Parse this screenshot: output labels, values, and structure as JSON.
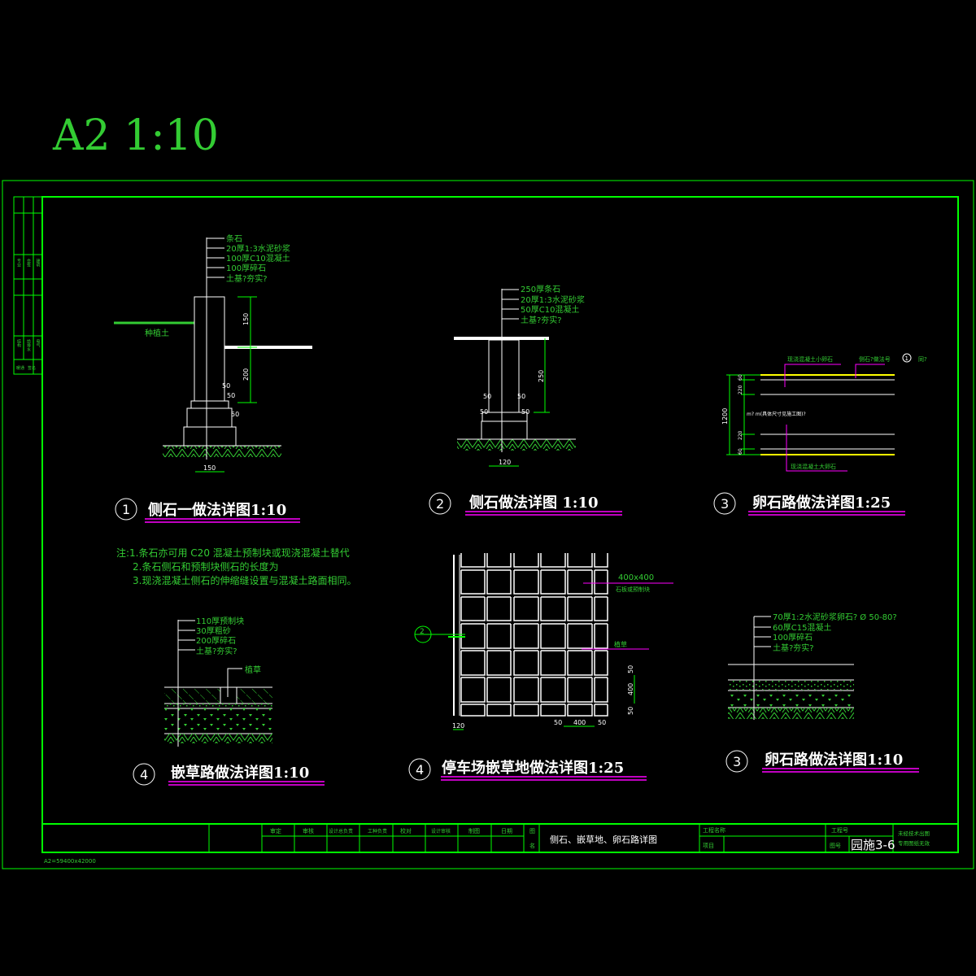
{
  "sheet": {
    "scale_heading": "A2   1:10",
    "paper_size_note": "A2=59400x42000"
  },
  "colors": {
    "background": "#000000",
    "frame": "#00ff00",
    "text": "#33cc33",
    "title_underline": "#ff00ff",
    "pebble_edge": "#ffff00"
  },
  "detail1": {
    "title_num": "1",
    "title": "侧石一做法详图1:10",
    "layers": [
      "条石",
      "20厚1:3水泥砂浆",
      "100厚C10混凝土",
      "100厚碎石",
      "土基?夯实?"
    ],
    "soil_label": "种植土",
    "dims": {
      "upper": "150",
      "lower": "200",
      "step1": "50",
      "step2": "50",
      "step3": "50",
      "width": "150"
    }
  },
  "detail2": {
    "title_num": "2",
    "title": "侧石做法详图   1:10",
    "layers": [
      "250厚条石",
      "20厚1:3水泥砂浆",
      "50厚C10混凝土",
      "土基?夯实?"
    ],
    "dims": {
      "height": "250",
      "l1": "50",
      "r1": "50",
      "l2": "50",
      "r2": "50",
      "width": "120"
    }
  },
  "detail3": {
    "title_num": "3",
    "title": "卵石路做法详图1:25",
    "label_top": "现浇混凝土小卵石",
    "label_edge": "侧石?做法号",
    "ref_num": "1",
    "ref_suffix": "同?",
    "label_bottom": "现浇混凝土大卵石",
    "middle_note": "m? m(具体尺寸见施工图)?",
    "dims": {
      "total": "1200",
      "a": "60",
      "b": "220",
      "c": "220",
      "d": "60"
    }
  },
  "notes": {
    "lines": [
      "注:1.条石亦可用 C20  混凝土预制块或现浇混凝土替代",
      "2.条石侧石和预制块侧石的长度为",
      "3.现浇混凝土侧石的伸缩缝设置与混凝土路面相同。"
    ]
  },
  "detail4": {
    "title_num": "4",
    "title": "嵌草路做法详图1:10",
    "layers": [
      "110厚预制块",
      "30厚粗砂",
      "200厚碎石",
      "土基?夯实?"
    ],
    "grass_label": "植草"
  },
  "detail5": {
    "title_num": "4",
    "title": "停车场嵌草地做法详图1:25",
    "block_size": "400x400",
    "block_label": "石板或预制块",
    "grass_label": "植草",
    "section_ref": "2",
    "dims": {
      "edge": "120",
      "gap_l": "50",
      "block": "400",
      "gap_r": "50",
      "v_top": "50",
      "v_block": "400",
      "v_bot": "50"
    }
  },
  "detail6": {
    "title_num": "3",
    "title": "卵石路做法详图1:10",
    "layers": [
      "70厚1:2水泥砂浆卵石? Ø 50-80?",
      "60厚C15混凝土",
      "100厚碎石",
      "土基?夯实?"
    ]
  },
  "left_strip": {
    "labels": [
      "专业",
      "会签",
      "建筑",
      "结构",
      "给排水",
      "电气",
      "暖通",
      "签名"
    ]
  },
  "title_block": {
    "roles": [
      "审定",
      "审核",
      "设计总负责",
      "工种负责",
      "校对",
      "设计审核",
      "制图",
      "日期"
    ],
    "drawing_label_a": "图",
    "drawing_label_b": "名",
    "drawing_title": "侧石、嵌草地、卵石路详图",
    "project_name_label": "工程名称",
    "item_label": "项目",
    "project_no_label": "工程号",
    "drawing_no_label": "图号",
    "drawing_no": "园施3-6",
    "stamp_line1": "未经技术出图",
    "stamp_line2": "专用图纸无效"
  }
}
